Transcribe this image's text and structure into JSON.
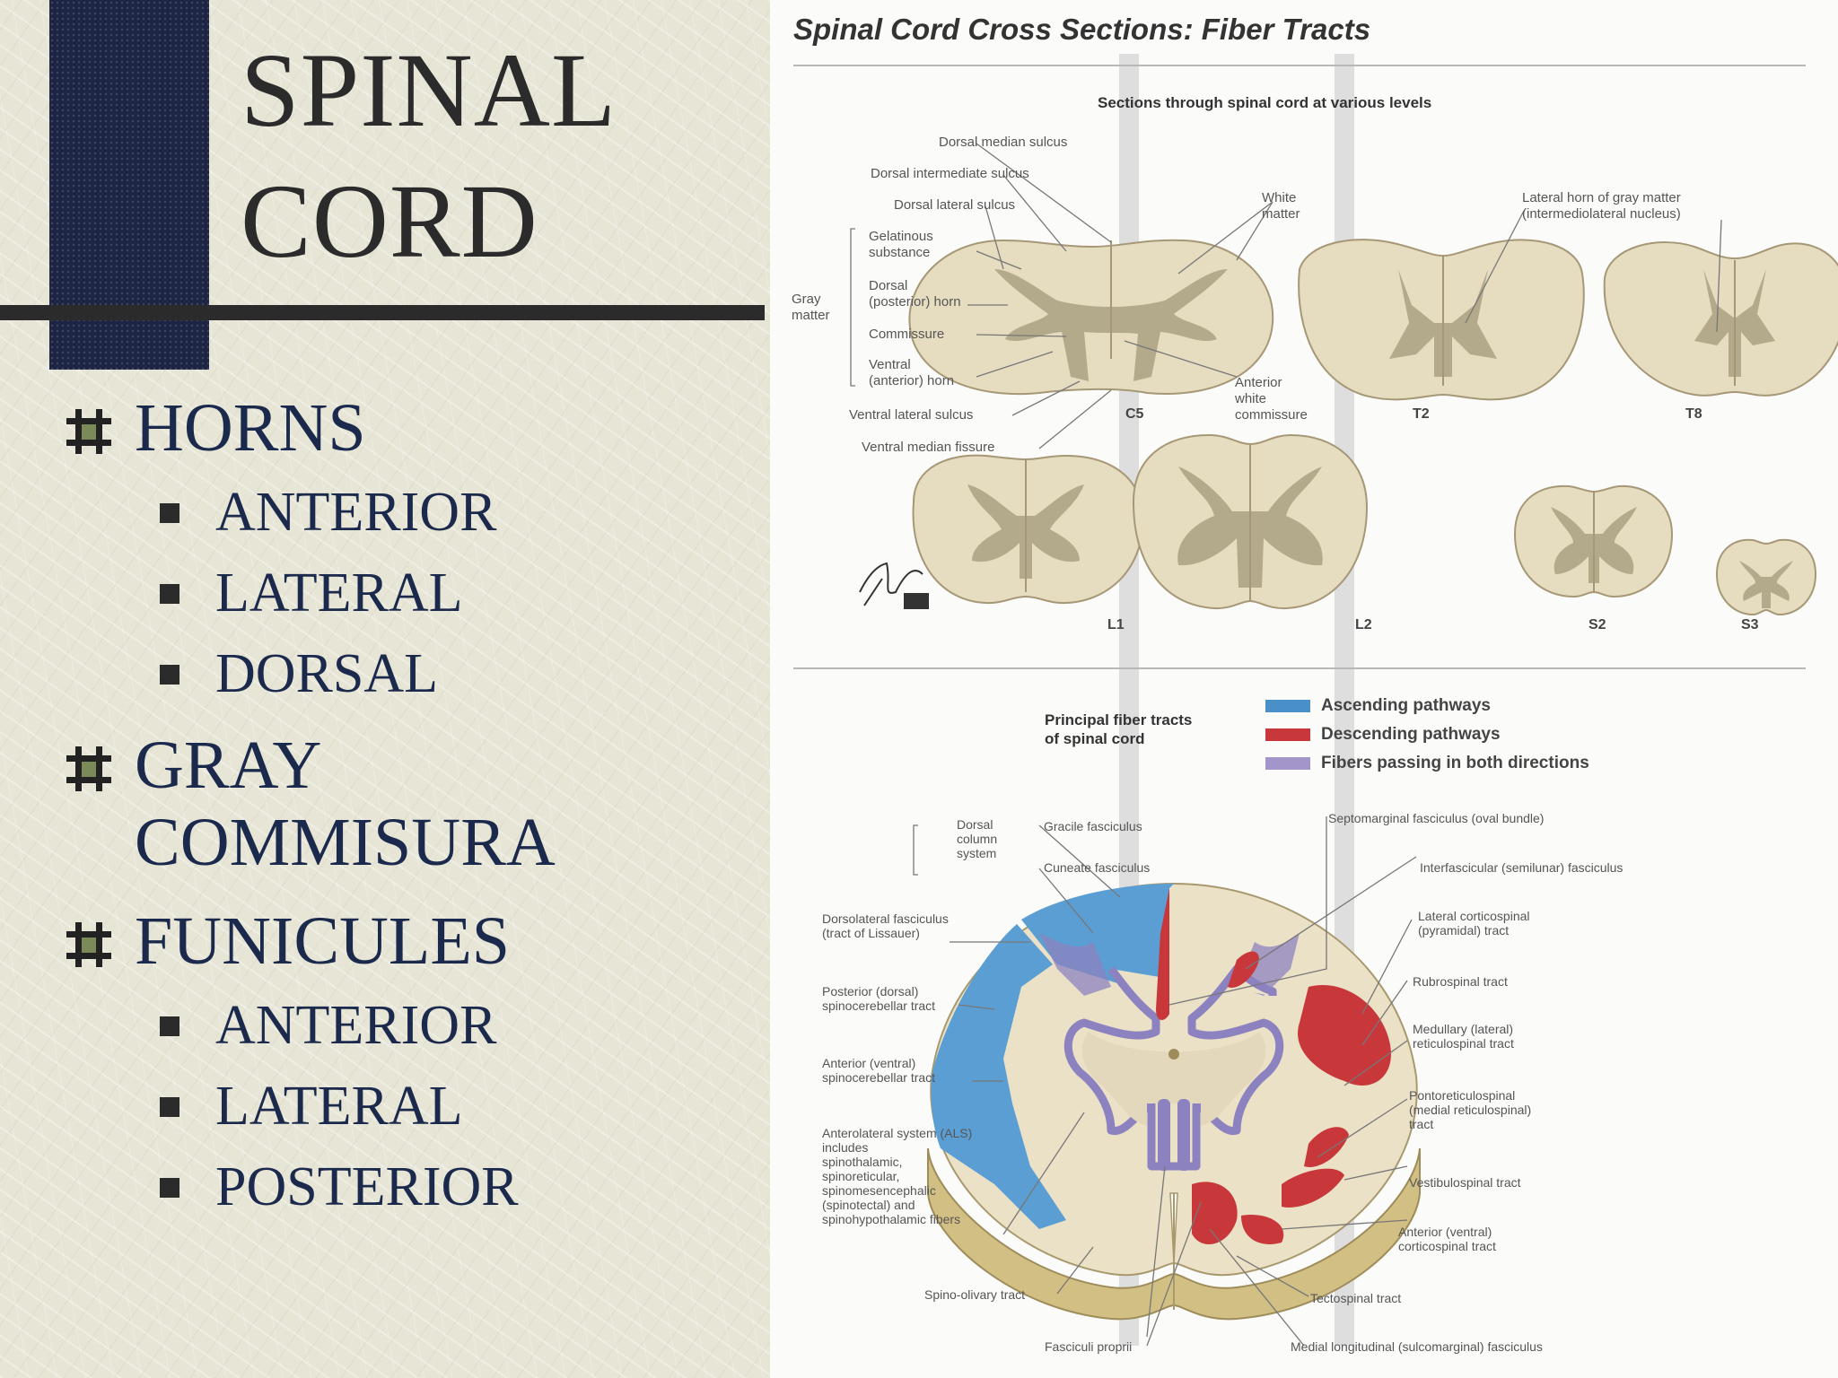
{
  "slide": {
    "title_line1": "SPINAL",
    "title_line2": "CORD",
    "bullets": [
      {
        "label": "HORNS",
        "sub": [
          "ANTERIOR",
          "LATERAL",
          "DORSAL"
        ]
      },
      {
        "label_line1": "GRAY",
        "label_line2": "COMMISURA",
        "sub": []
      },
      {
        "label": "FUNICULES",
        "sub": [
          "ANTERIOR",
          "LATERAL",
          "POSTERIOR"
        ]
      }
    ],
    "colors": {
      "navy": "#1d2543",
      "text": "#1b2a4c",
      "rule": "#2b2b2b"
    }
  },
  "figure": {
    "title": "Spinal Cord Cross Sections: Fiber Tracts",
    "subtitle": "Sections through spinal cord at various levels",
    "top_labels": {
      "dorsal_median_sulcus": "Dorsal median sulcus",
      "dorsal_intermediate_sulcus": "Dorsal intermediate sulcus",
      "dorsal_lateral_sulcus": "Dorsal lateral sulcus",
      "gelatinous_1": "Gelatinous",
      "gelatinous_2": "substance",
      "dorsal_horn_1": "Dorsal",
      "dorsal_horn_2": "(posterior) horn",
      "commissure": "Commissure",
      "ventral_horn_1": "Ventral",
      "ventral_horn_2": "(anterior) horn",
      "gray_matter_1": "Gray",
      "gray_matter_2": "matter",
      "ventral_lateral_sulcus": "Ventral lateral sulcus",
      "ventral_median_fissure": "Ventral median fissure",
      "white_matter_1": "White",
      "white_matter_2": "matter",
      "anterior_white_1": "Anterior",
      "anterior_white_2": "white",
      "anterior_white_3": "commissure",
      "lateral_horn_1": "Lateral horn of gray matter",
      "lateral_horn_2": "(intermediolateral nucleus)"
    },
    "levels": [
      "C5",
      "T2",
      "T8",
      "L1",
      "L2",
      "S2",
      "S3"
    ],
    "bottom_title_1": "Principal fiber tracts",
    "bottom_title_2": "of spinal cord",
    "legend": [
      {
        "label": "Ascending pathways",
        "color": "#4a90c8"
      },
      {
        "label": "Descending pathways",
        "color": "#c8373a"
      },
      {
        "label": "Fibers passing in both directions",
        "color": "#a395c9"
      }
    ],
    "tract_labels_left": {
      "dorsal_column_1": "Dorsal",
      "dorsal_column_2": "column",
      "dorsal_column_3": "system",
      "gracile": "Gracile fasciculus",
      "cuneate": "Cuneate fasciculus",
      "dorsolateral_1": "Dorsolateral fasciculus",
      "dorsolateral_2": "(tract of Lissauer)",
      "post_spinocerebellar_1": "Posterior (dorsal)",
      "post_spinocerebellar_2": "spinocerebellar tract",
      "ant_spinocerebellar_1": "Anterior (ventral)",
      "ant_spinocerebellar_2": "spinocerebellar tract",
      "als_1": "Anterolateral system (ALS)",
      "als_2": "includes",
      "als_3": "spinothalamic,",
      "als_4": "spinoreticular,",
      "als_5": "spinomesencephalic",
      "als_6": "(spinotectal) and",
      "als_7": "spinohypothalamic fibers",
      "spino_olivary": "Spino-olivary tract",
      "fasciculi_proprii": "Fasciculi proprii"
    },
    "tract_labels_right": {
      "septomarginal": "Septomarginal fasciculus (oval bundle)",
      "interfascicular": "Interfascicular (semilunar) fasciculus",
      "lat_corticospinal_1": "Lateral corticospinal",
      "lat_corticospinal_2": "(pyramidal) tract",
      "rubrospinal": "Rubrospinal tract",
      "medullary_1": "Medullary (lateral)",
      "medullary_2": "reticulospinal tract",
      "pontoreticulo_1": "Pontoreticulospinal",
      "pontoreticulo_2": "(medial reticulospinal)",
      "pontoreticulo_3": "tract",
      "vestibulospinal": "Vestibulospinal tract",
      "ant_corticospinal_1": "Anterior (ventral)",
      "ant_corticospinal_2": "corticospinal tract",
      "tectospinal": "Tectospinal tract",
      "mlf": "Medial longitudinal (sulcomarginal) fasciculus"
    }
  }
}
